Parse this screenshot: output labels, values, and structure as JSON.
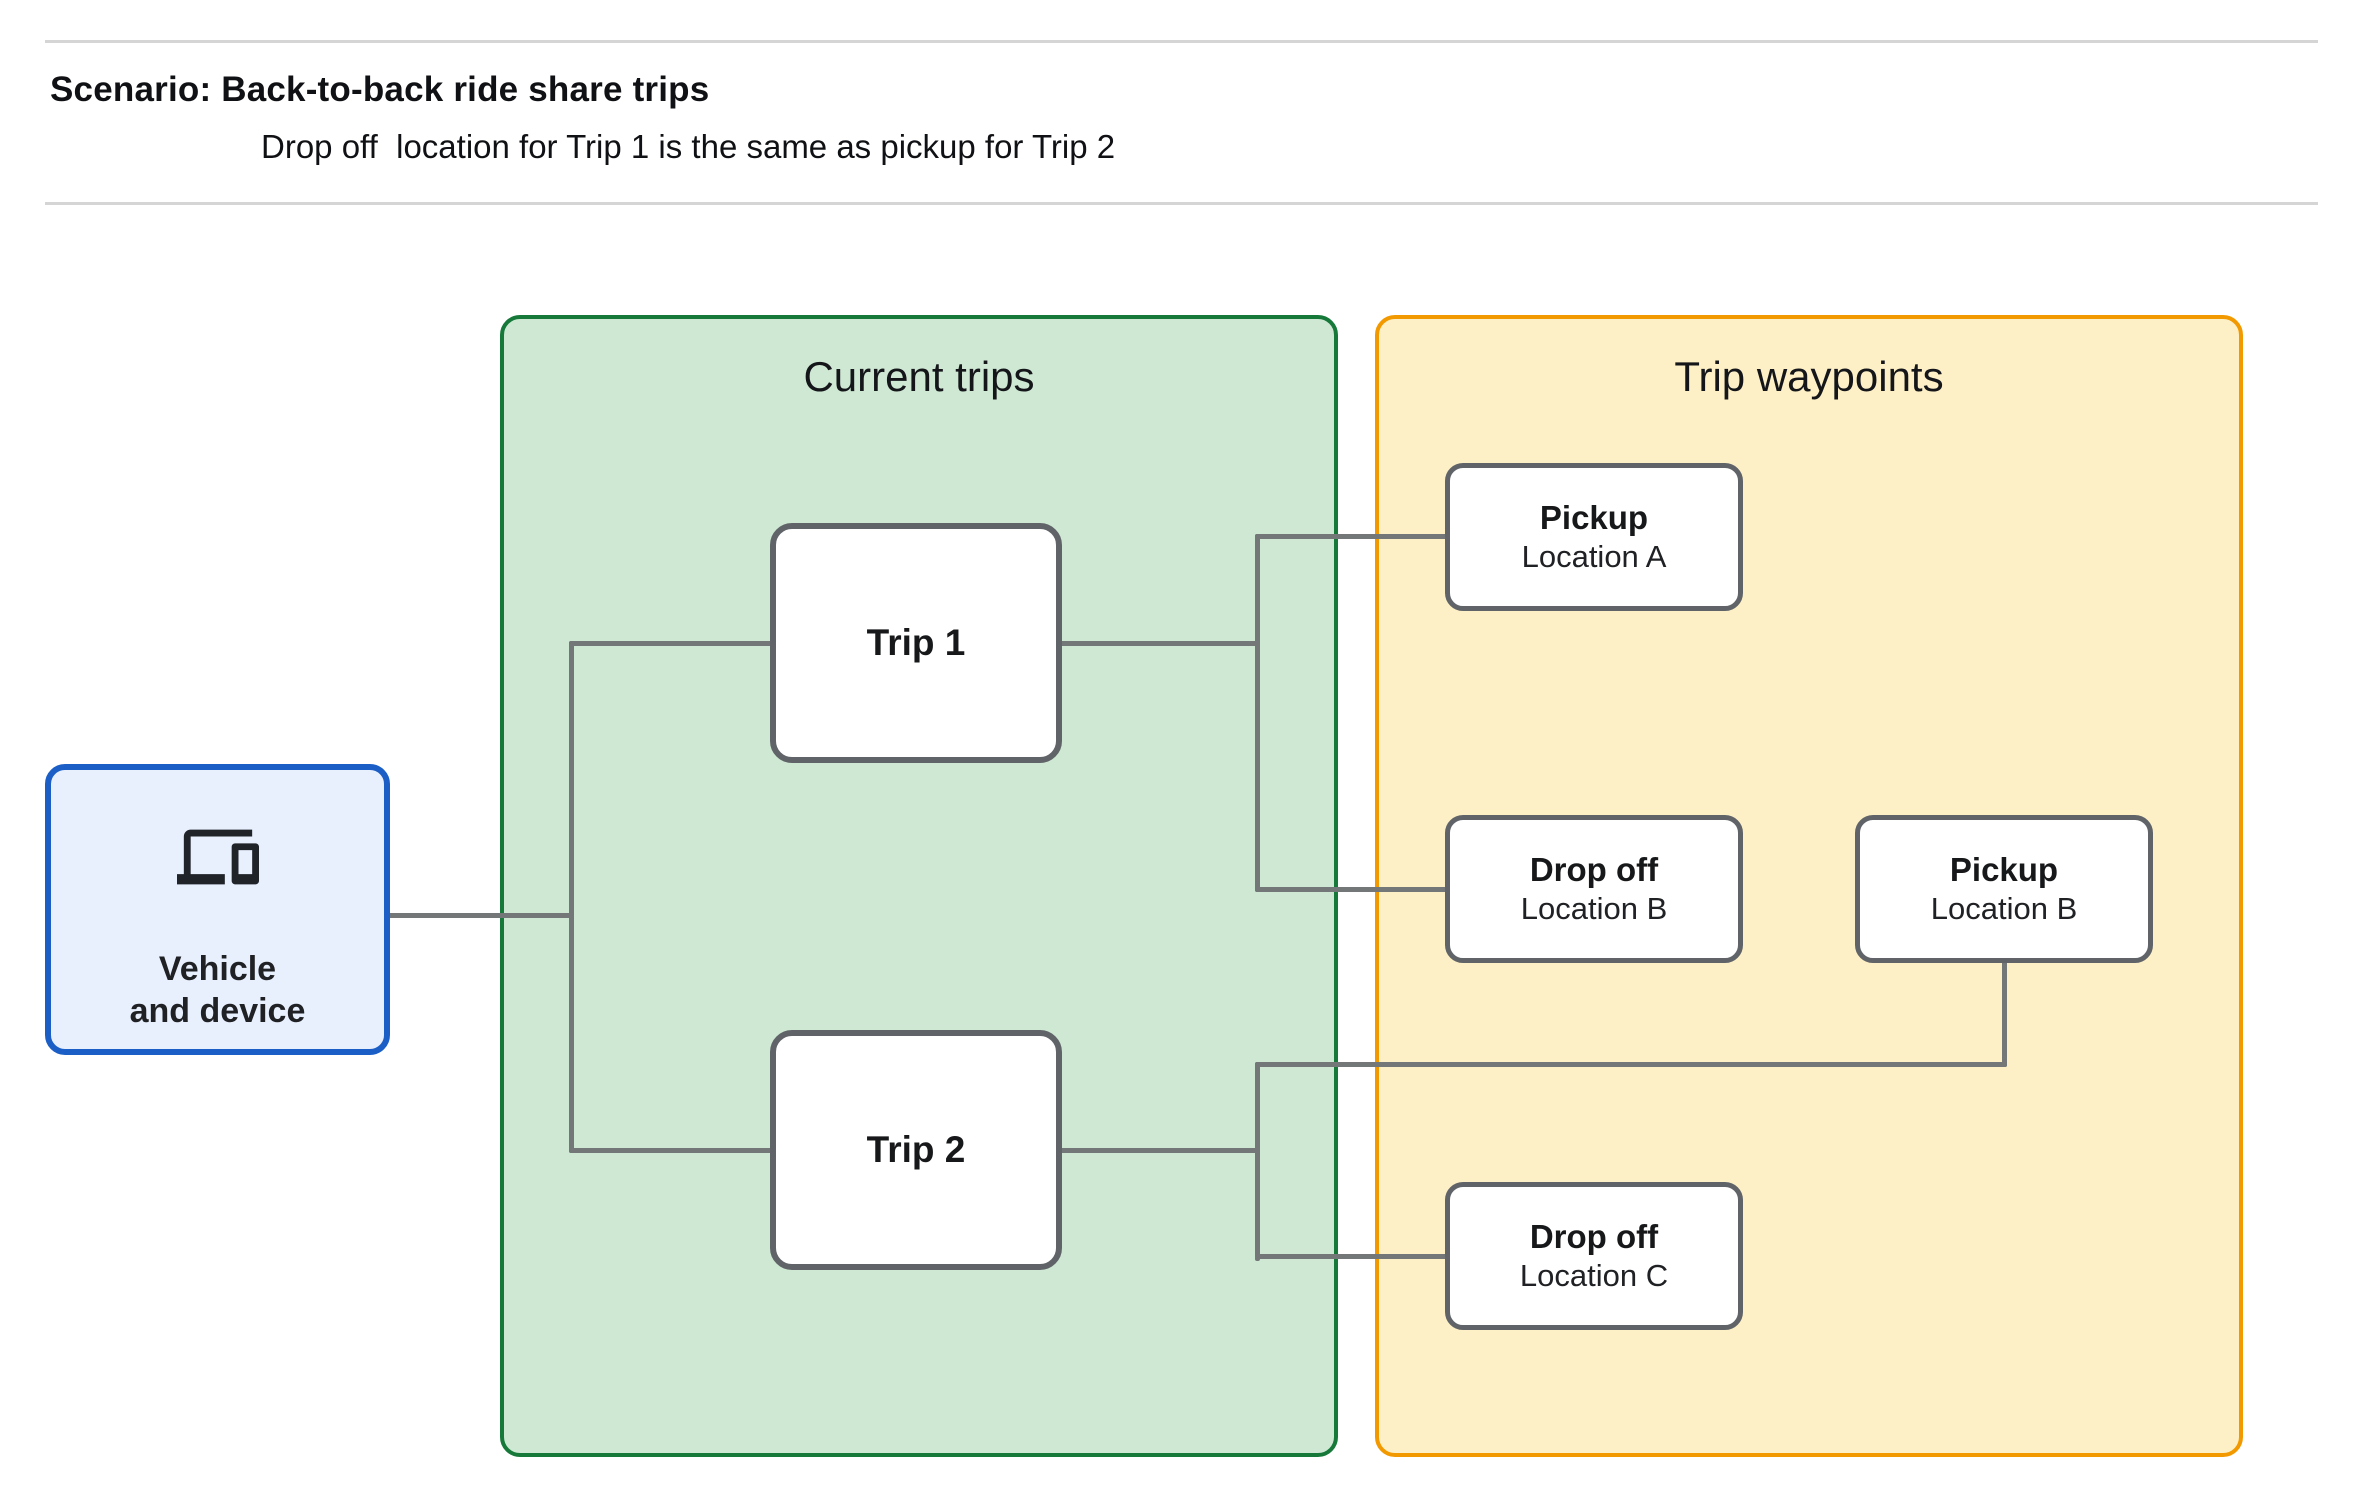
{
  "header": {
    "title": "Scenario: Back-to-back ride share trips",
    "subtitle": "Drop off  location for Trip 1 is the same as pickup for Trip 2"
  },
  "groups": {
    "current_trips": {
      "label": "Current trips"
    },
    "trip_waypoints": {
      "label": "Trip waypoints"
    }
  },
  "nodes": {
    "vehicle": {
      "label_line1": "Vehicle",
      "label_line2": "and device",
      "icon": "devices-icon"
    },
    "trip1": {
      "label": "Trip 1"
    },
    "trip2": {
      "label": "Trip 2"
    },
    "pickup_a": {
      "title": "Pickup",
      "subtitle": "Location A"
    },
    "dropoff_b": {
      "title": "Drop off",
      "subtitle": "Location B"
    },
    "pickup_b": {
      "title": "Pickup",
      "subtitle": "Location B"
    },
    "dropoff_c": {
      "title": "Drop off",
      "subtitle": "Location C"
    }
  },
  "colors": {
    "blue_fill": "#e8f0fe",
    "blue_border": "#1b5fc6",
    "green_fill": "#cfe8d4",
    "green_border": "#16793a",
    "yellow_fill": "#fdf0c7",
    "yellow_border": "#f29900",
    "node_border": "#606468",
    "connector": "#747778",
    "divider": "#d5d5d5",
    "text": "#1c1e21"
  }
}
